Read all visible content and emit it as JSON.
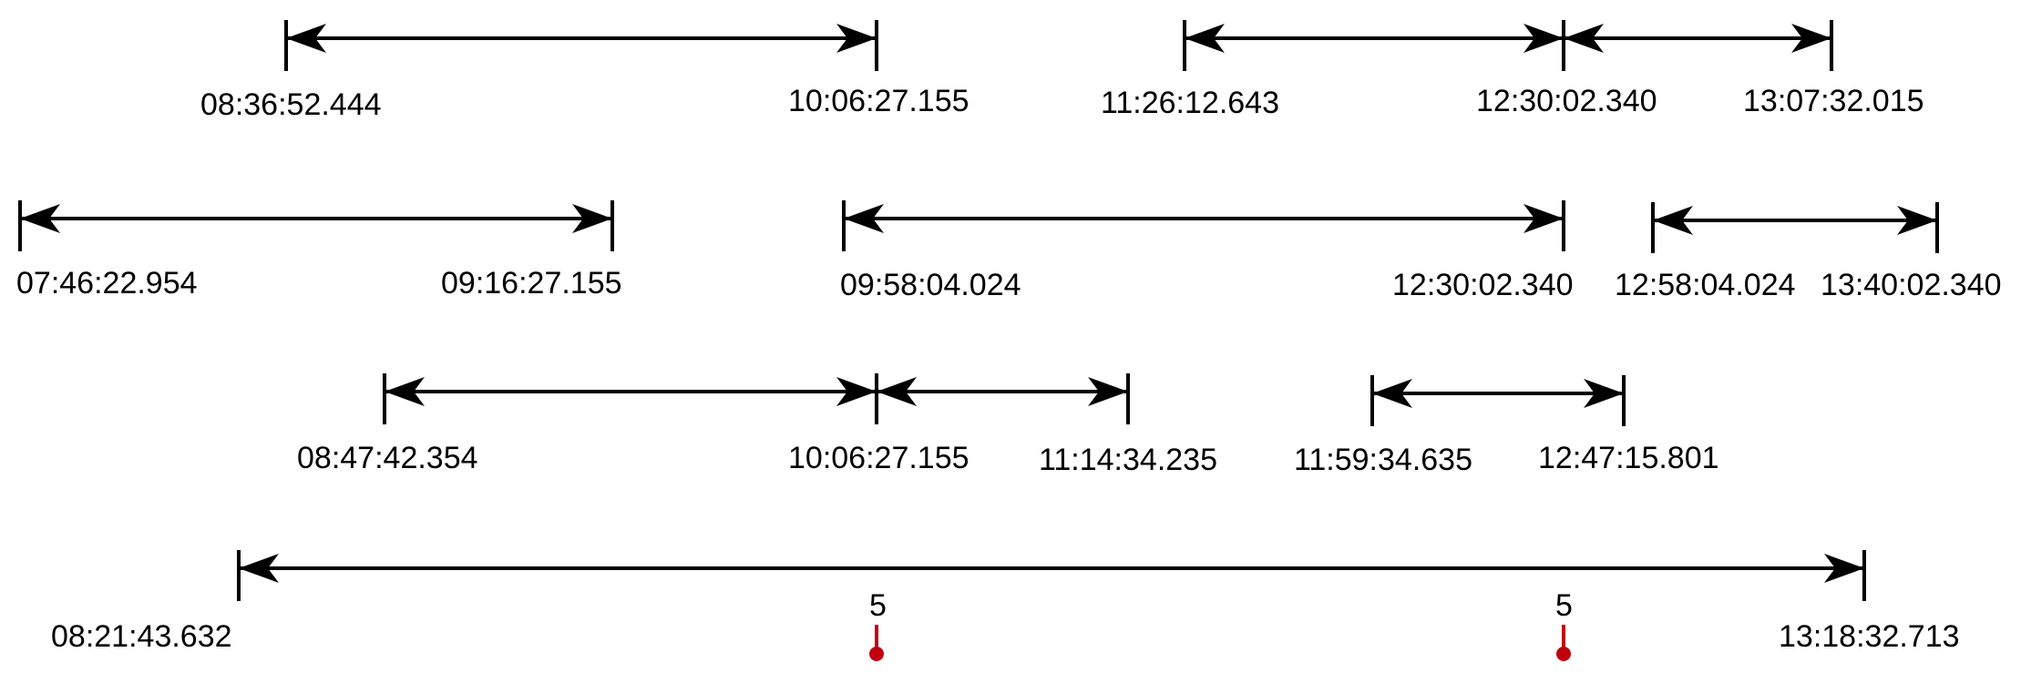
{
  "colors": {
    "line": "#000000",
    "marker": "#c0000f",
    "text": "#000000",
    "background": "#ffffff"
  },
  "rows": [
    {
      "intervals": [
        {
          "start": "08:36:52.444",
          "end": "10:06:27.155"
        },
        {
          "start": "11:26:12.643",
          "end": "12:30:02.340"
        },
        {
          "start": "12:30:02.340",
          "end": "13:07:32.015"
        }
      ]
    },
    {
      "intervals": [
        {
          "start": "07:46:22.954",
          "end": "09:16:27.155"
        },
        {
          "start": "09:58:04.024",
          "end": "12:30:02.340"
        },
        {
          "start": "12:58:04.024",
          "end": "13:40:02.340"
        }
      ]
    },
    {
      "intervals": [
        {
          "start": "08:47:42.354",
          "end": "10:06:27.155"
        },
        {
          "start": "10:06:27.155",
          "end": "11:14:34.235"
        },
        {
          "start": "11:59:34.635",
          "end": "12:47:15.801"
        }
      ]
    },
    {
      "intervals": [
        {
          "start": "08:21:43.632",
          "end": "13:18:32.713"
        }
      ],
      "markers": [
        {
          "label": "5",
          "time": "10:06:27.155"
        },
        {
          "label": "5",
          "time": "12:30:02.340"
        }
      ]
    }
  ]
}
